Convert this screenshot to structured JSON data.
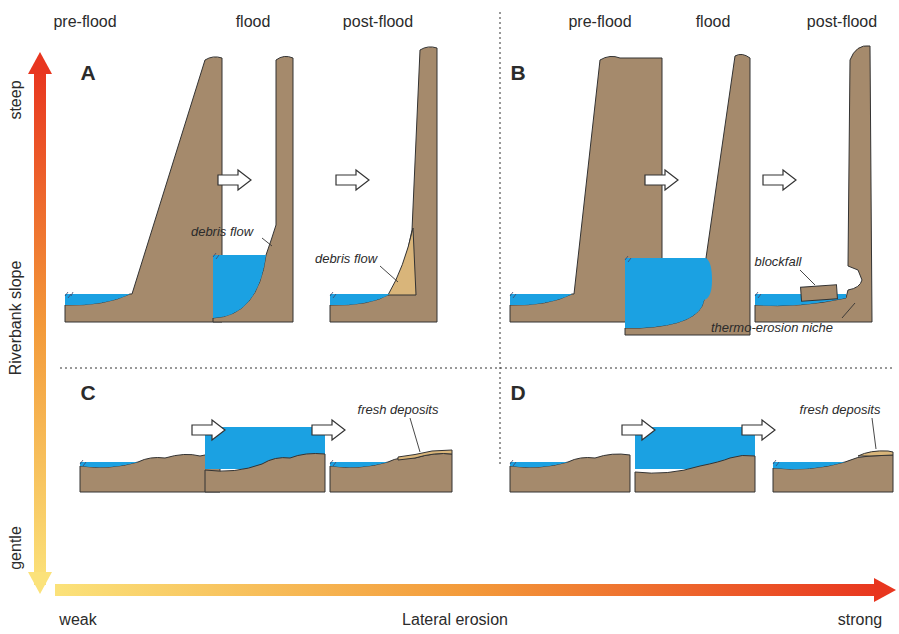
{
  "diagram": {
    "labels": [
      "pre-flood",
      "flood",
      "post-flood",
      "pre-flood",
      "flood",
      "post-flood",
      "A",
      "B",
      "C",
      "D",
      "steep",
      "Riverbank slope",
      "gentle",
      "weak",
      "Lateral erosion",
      "strong",
      "debris flow",
      "debris flow",
      "blockfall",
      "thermo-erosion niche",
      "fresh deposits",
      "fresh deposits"
    ]
  }
}
